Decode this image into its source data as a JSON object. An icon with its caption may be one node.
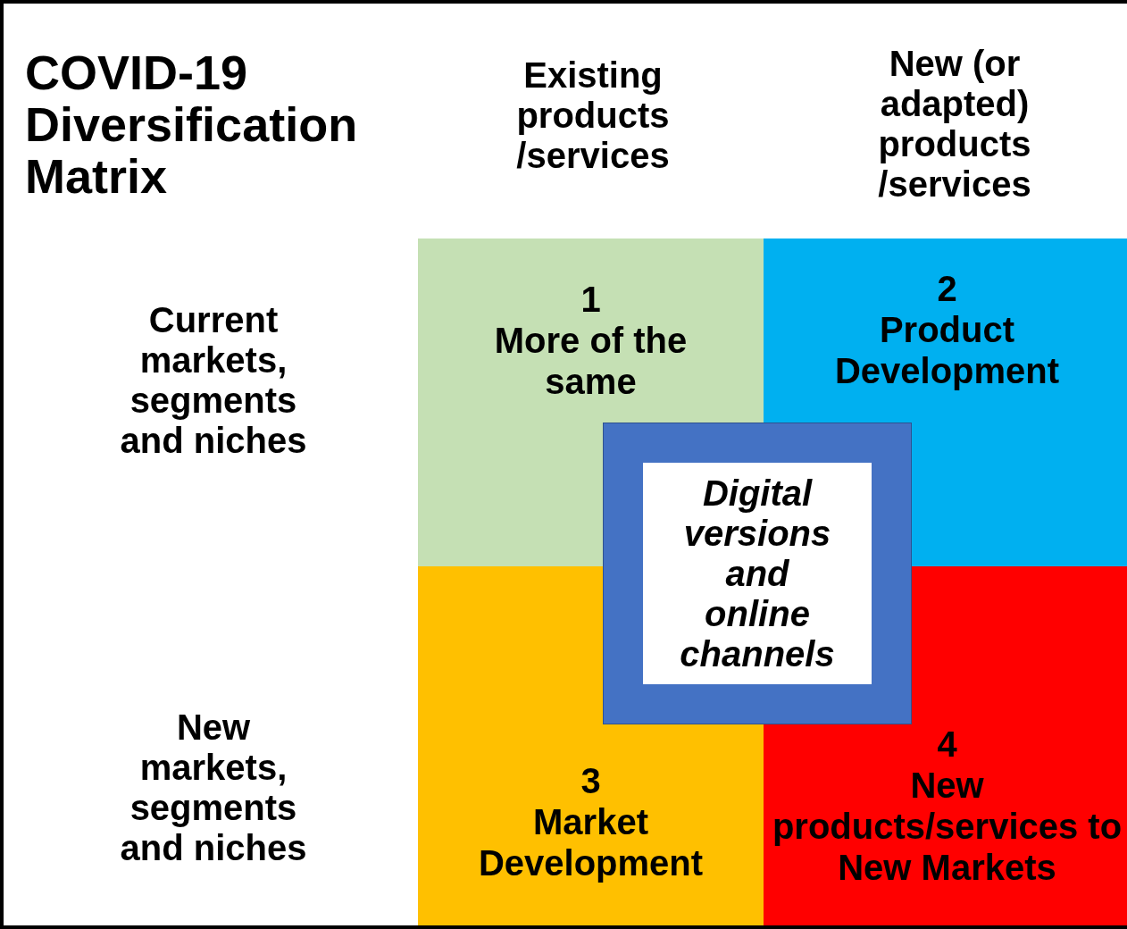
{
  "diagram": {
    "title": "COVID-19 Diversification Matrix",
    "nodes": [
      {
        "text": [
          "1",
          "More of the same"
        ]
      },
      {
        "text": [
          "2",
          "Product Development"
        ]
      },
      {
        "text": [
          "3",
          "Market Development"
        ]
      },
      {
        "text": [
          "4",
          "New products/services to New Markets"
        ]
      },
      {
        "text": [
          "Digital versions and online channels"
        ]
      }
    ],
    "labels": [
      "Existing products /services",
      "New (or adapted) products /services",
      "Current markets, segments and niches",
      "New markets, segments and niches"
    ]
  }
}
